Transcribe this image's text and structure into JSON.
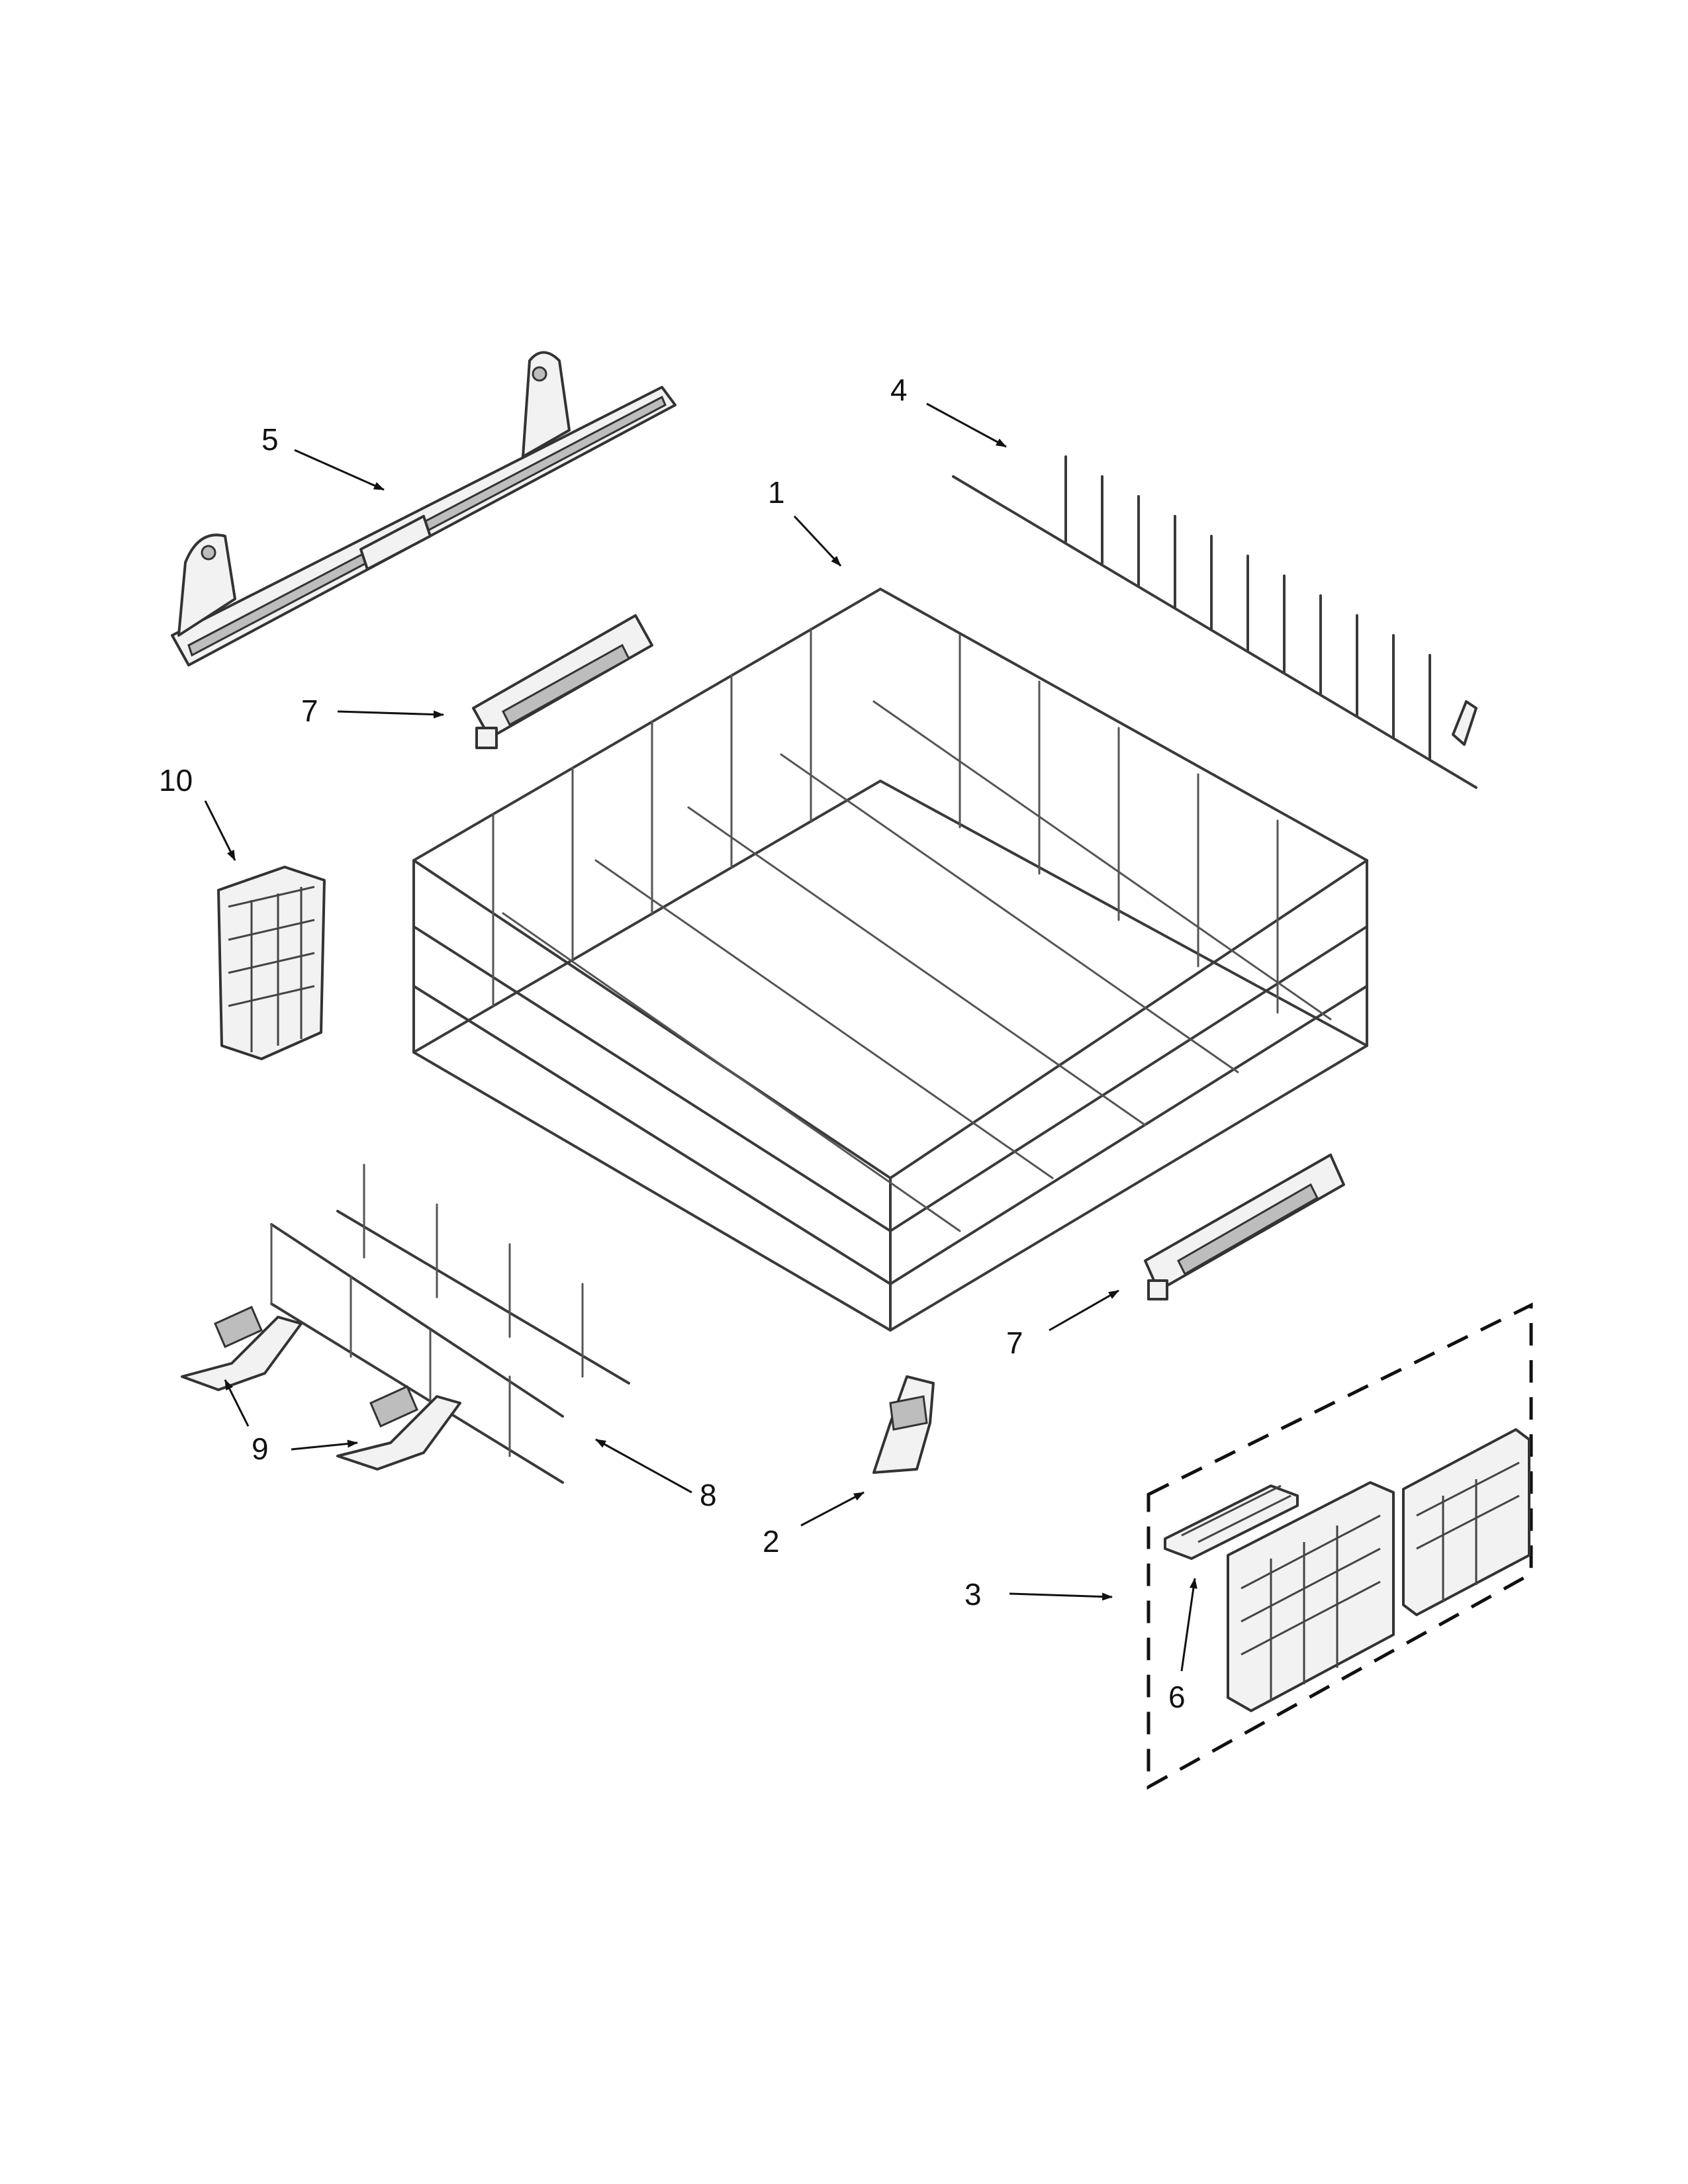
{
  "callouts": {
    "c1": "1",
    "c2": "2",
    "c3": "3",
    "c4": "4",
    "c5": "5",
    "c6": "6",
    "c7a": "7",
    "c7b": "7",
    "c8": "8",
    "c9": "9",
    "c10": "10"
  },
  "colors": {
    "line": "#333333",
    "background": "#ffffff"
  }
}
